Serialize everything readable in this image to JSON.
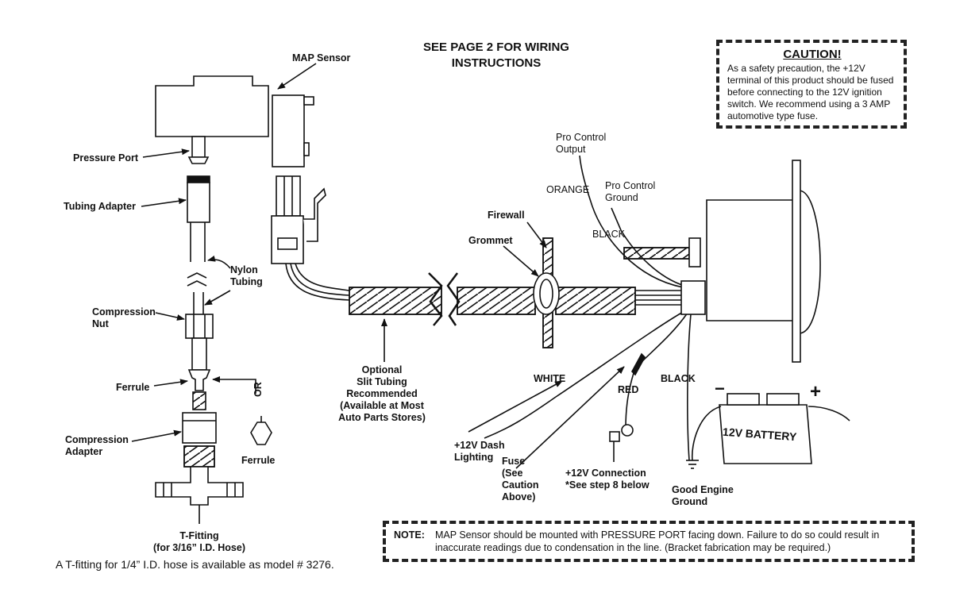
{
  "title": "SEE PAGE 2 FOR WIRING INSTRUCTIONS",
  "title_lines": [
    "SEE PAGE 2 FOR WIRING",
    "INSTRUCTIONS"
  ],
  "caution": {
    "heading": "CAUTION!",
    "body": "As a safety precaution, the +12V terminal of this product should be fused before connecting to the 12V ignition switch.  We recommend using a 3 AMP automotive type fuse."
  },
  "note": {
    "label": "NOTE:",
    "text": "MAP Sensor should be mounted with PRESSURE PORT facing down. Failure to do so could result in inaccurate readings due to condensation in the line. (Bracket fabrication may be required.)"
  },
  "footnote": "A T-fitting for 1/4” I.D. hose is available as model # 3276.",
  "labels": {
    "map_sensor": "MAP Sensor",
    "pressure_port": "Pressure Port",
    "tubing_adapter": "Tubing Adapter",
    "nylon_tubing": [
      "Nylon",
      "Tubing"
    ],
    "compression_nut": [
      "Compression",
      "Nut"
    ],
    "ferrule": "Ferrule",
    "ferrule_alt": "Ferrule",
    "or": "OR",
    "compression_adapter": [
      "Compression",
      "Adapter"
    ],
    "t_fitting": [
      "T-Fitting",
      "(for 3/16” I.D. Hose)"
    ],
    "optional_slit_tubing": [
      "Optional",
      "Slit Tubing",
      "Recommended",
      "(Available at Most",
      "Auto Parts Stores)"
    ],
    "firewall": "Firewall",
    "grommet": "Grommet",
    "pro_control_output": [
      "Pro Control",
      "Output"
    ],
    "orange": "ORANGE",
    "pro_control_ground": [
      "Pro Control",
      "Ground"
    ],
    "black_top": "BLACK",
    "white": "WHITE",
    "red": "RED",
    "black_bottom": "BLACK",
    "dash_lighting": [
      "+12V Dash",
      "Lighting"
    ],
    "fuse": [
      "Fuse",
      "(See",
      "Caution",
      "Above)"
    ],
    "connection_12v": [
      "+12V Connection",
      "*See step 8 below"
    ],
    "good_engine_ground": [
      "Good Engine",
      "Ground"
    ],
    "battery": "12V BATTERY",
    "minus": "−",
    "plus": "+"
  }
}
